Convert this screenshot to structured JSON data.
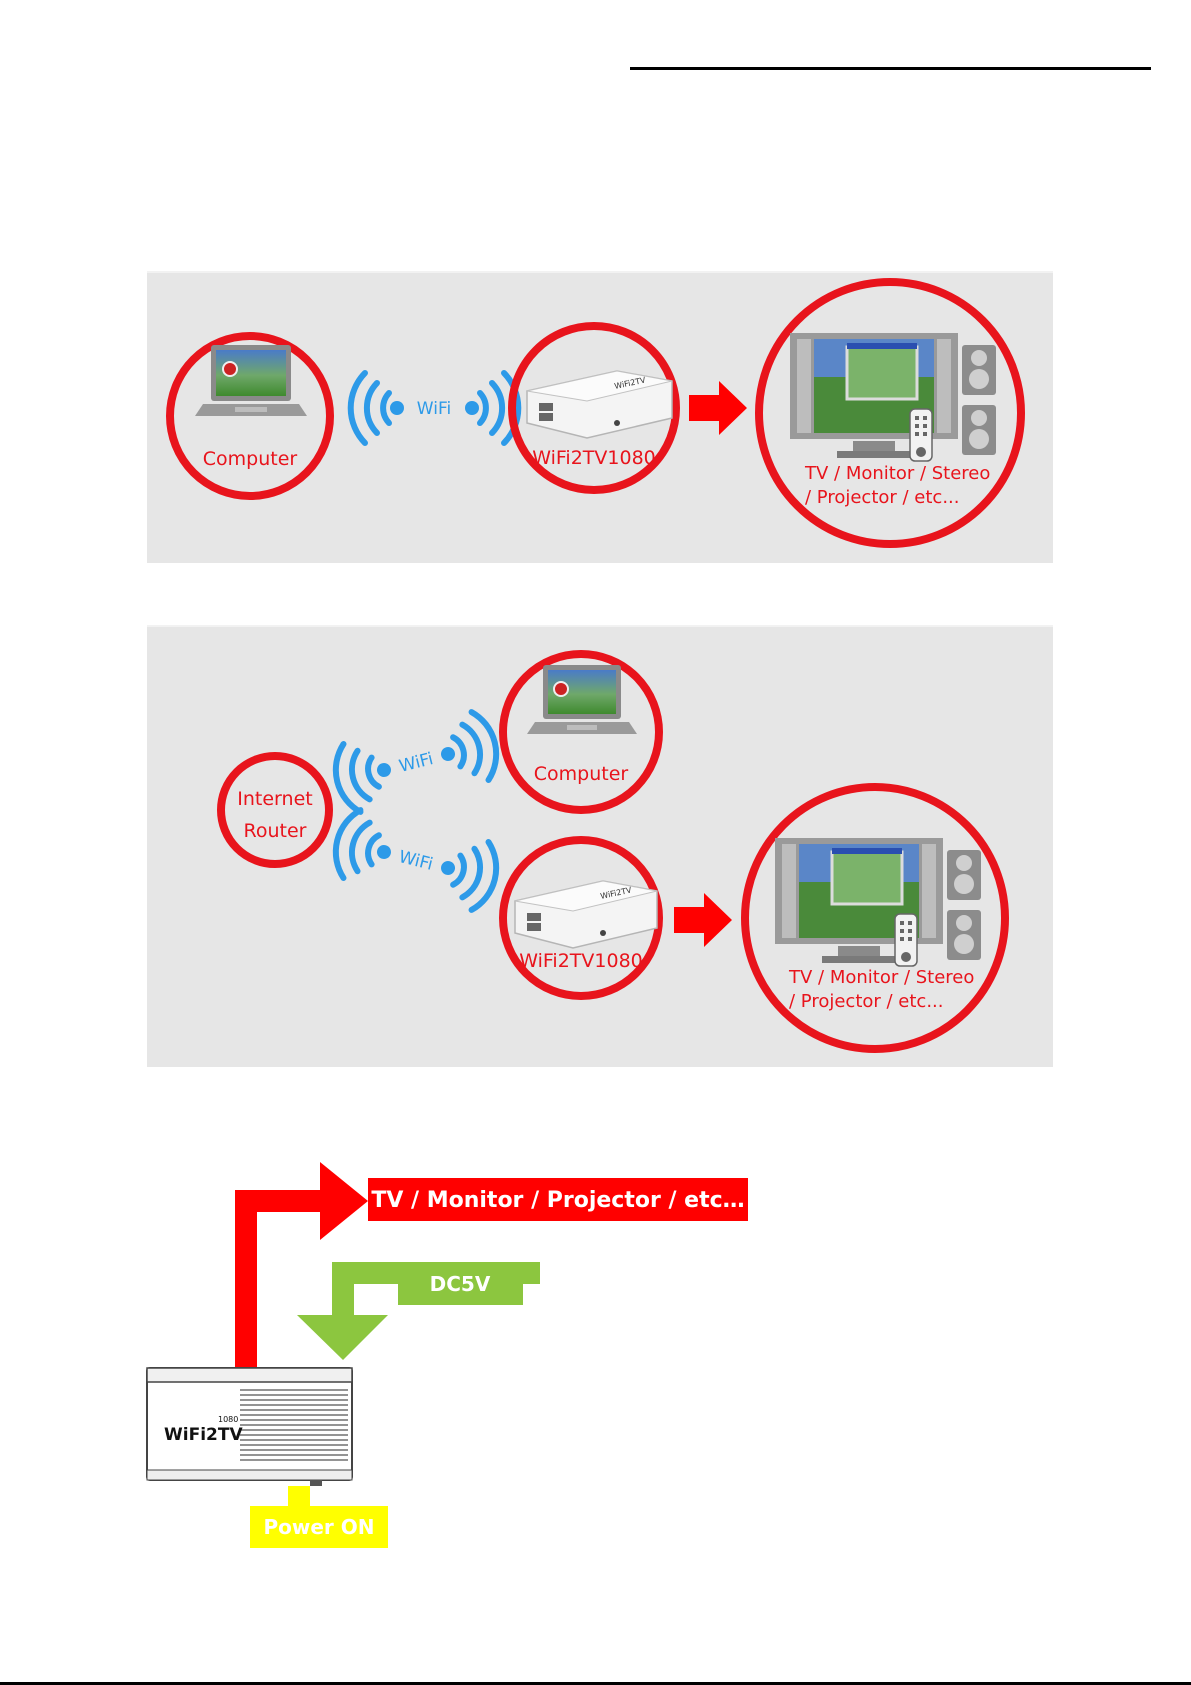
{
  "diagram1": {
    "computer_label": "Computer",
    "wifi_label": "WiFi",
    "device_label": "WiFi2TV1080",
    "display_label_line1": "TV / Monitor / Stereo",
    "display_label_line2": "/ Projector / etc..."
  },
  "diagram2": {
    "router_label_line1": "Internet",
    "router_label_line2": "Router",
    "wifi_label_top": "WiFi",
    "wifi_label_bottom": "WiFi",
    "computer_label": "Computer",
    "device_label": "WiFi2TV1080",
    "display_label_line1": "TV / Monitor / Stereo",
    "display_label_line2": "/ Projector / etc..."
  },
  "diagram3": {
    "output_label": "TV / Monitor / Projector / etc…",
    "power_input_label": "DC5V",
    "power_button_label": "Power ON",
    "device_logo_text": "WiFi2TV",
    "device_logo_sub": "1080"
  },
  "colors": {
    "red": "#ff0000",
    "circle_red": "#e8141c",
    "wifi_blue": "#2d9ae8",
    "green": "#8cc63f",
    "yellow": "#ffff00",
    "panel_gray": "#e6e6e6"
  }
}
